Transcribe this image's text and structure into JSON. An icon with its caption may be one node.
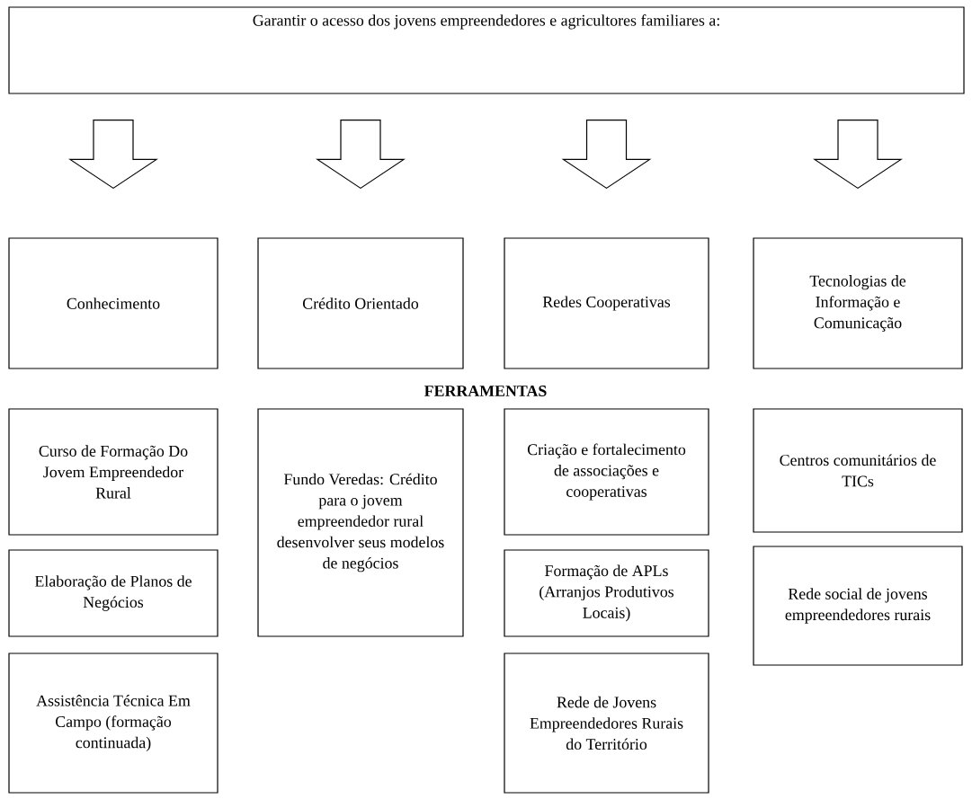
{
  "diagram": {
    "nodes": [
      {
        "text": [
          "Garantir o acesso dos jovens empreendedores e agricultores familiares a:"
        ]
      },
      {
        "text": [
          "Conhecimento"
        ]
      },
      {
        "text": [
          "Crédito Orientado"
        ]
      },
      {
        "text": [
          "Redes Cooperativas"
        ]
      },
      {
        "text": [
          "Tecnologias de Informação e Comunicação"
        ]
      },
      {
        "text": [
          "Curso de Formação Do Jovem Empreendedor Rural"
        ]
      },
      {
        "text": [
          "Fundo Veredas: Crédito para o jovem empreendedor rural desenvolver seus modelos de negócios"
        ]
      },
      {
        "text": [
          "Criação e fortalecimento de associações e cooperativas"
        ]
      },
      {
        "text": [
          "Centros comunitários de TICs"
        ]
      },
      {
        "text": [
          "Elaboração de Planos de Negócios"
        ]
      },
      {
        "text": [
          "Formação de APLs (Arranjos Produtivos Locais)"
        ]
      },
      {
        "text": [
          "Rede social de jovens empreendedores rurais"
        ]
      },
      {
        "text": [
          "Assistência Técnica Em Campo (formação continuada)"
        ]
      },
      {
        "text": [
          "Rede de Jovens Empreendedores Rurais do Território"
        ]
      }
    ],
    "edges": [
      {
        "from": 0,
        "to": 1,
        "arrow": "to"
      },
      {
        "from": 0,
        "to": 2,
        "arrow": "to"
      },
      {
        "from": 0,
        "to": 3,
        "arrow": "to"
      },
      {
        "from": 0,
        "to": 4,
        "arrow": "to"
      }
    ],
    "labels": [
      "**FERRAMENTAS**"
    ]
  }
}
